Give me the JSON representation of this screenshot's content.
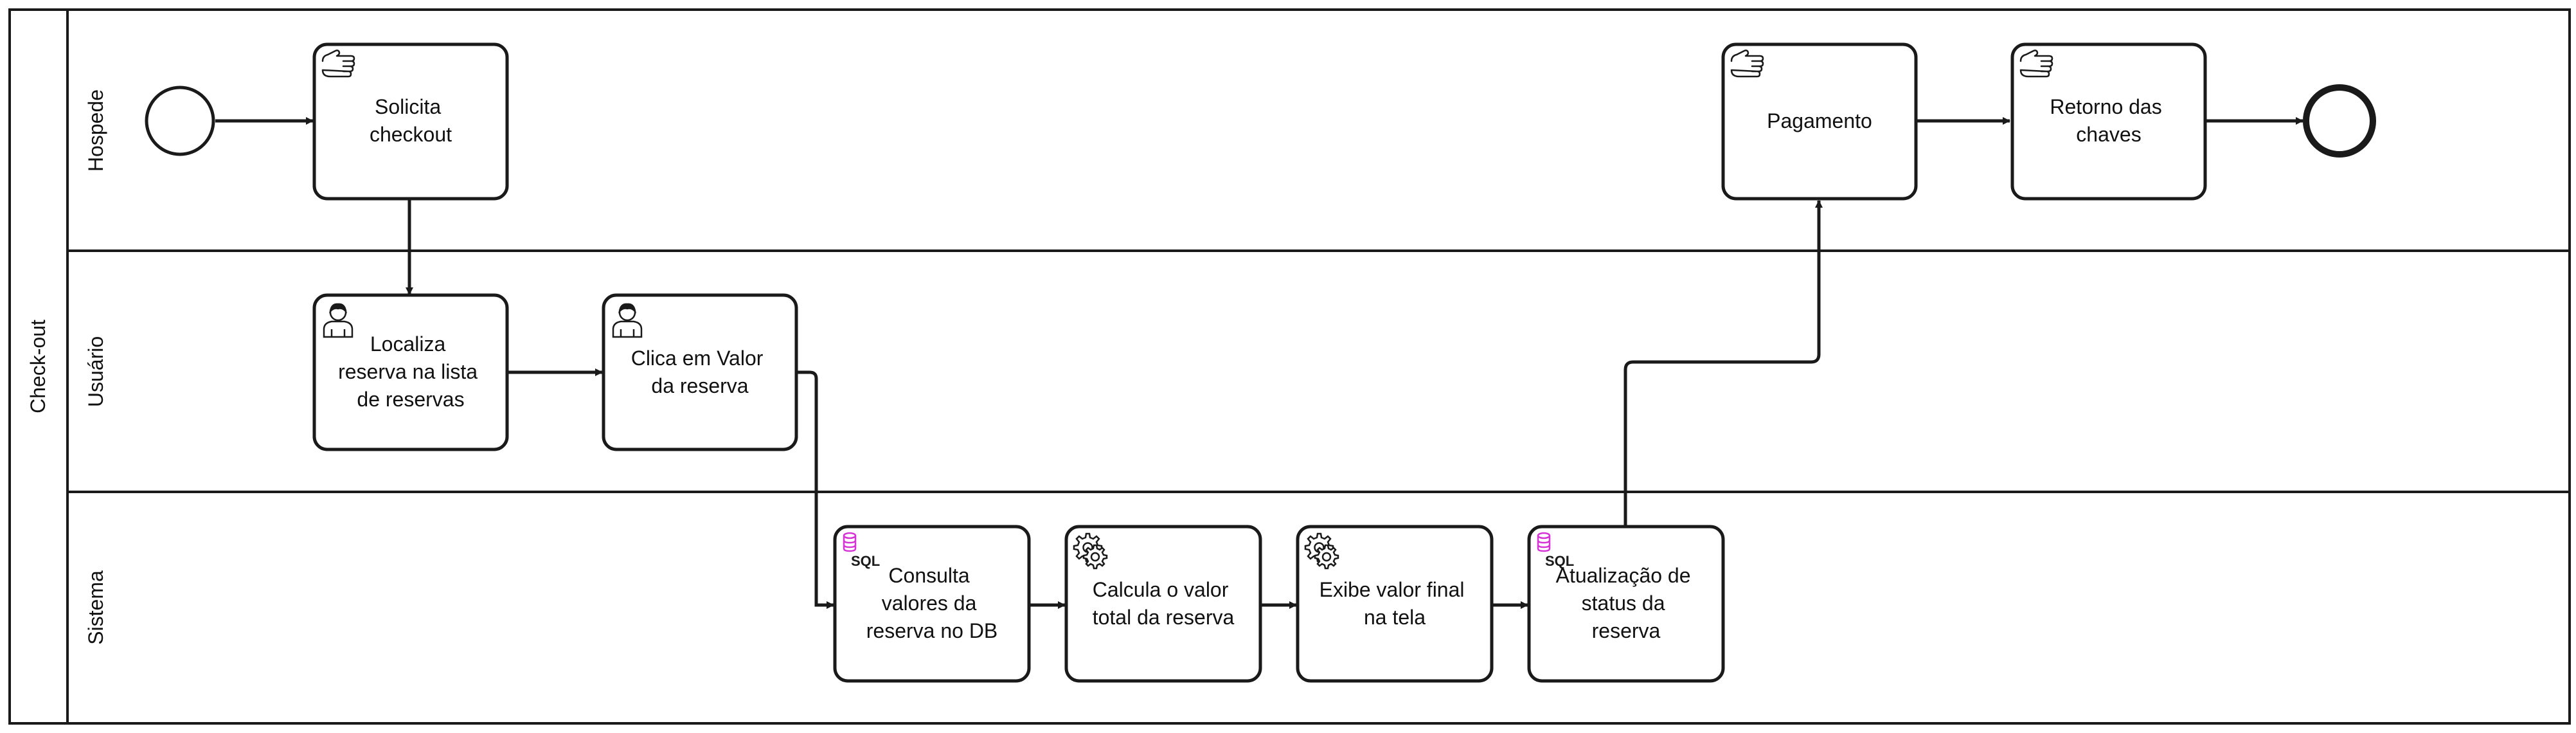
{
  "pool": {
    "label": "Check-out"
  },
  "lanes": [
    {
      "id": "hospede",
      "label": "Hospede"
    },
    {
      "id": "usuario",
      "label": "Usuário"
    },
    {
      "id": "sistema",
      "label": "Sistema"
    }
  ],
  "tasks": [
    {
      "id": "t1",
      "type": "manual",
      "lines": [
        "Solicita",
        "checkout"
      ]
    },
    {
      "id": "t2",
      "type": "user",
      "lines": [
        "Localiza",
        "reserva na lista",
        "de reservas"
      ]
    },
    {
      "id": "t3",
      "type": "user",
      "lines": [
        "Clica em Valor",
        "da reserva"
      ]
    },
    {
      "id": "t4",
      "type": "sql",
      "lines": [
        "Consulta",
        "valores da",
        "reserva no DB"
      ]
    },
    {
      "id": "t5",
      "type": "service",
      "lines": [
        "Calcula o valor",
        "total da reserva"
      ]
    },
    {
      "id": "t6",
      "type": "service",
      "lines": [
        "Exibe valor final",
        "na tela"
      ]
    },
    {
      "id": "t7",
      "type": "sql",
      "lines": [
        "Atualização de",
        "status da",
        "reserva"
      ]
    },
    {
      "id": "t8",
      "type": "manual",
      "lines": [
        "Pagamento"
      ]
    },
    {
      "id": "t9",
      "type": "manual",
      "lines": [
        "Retorno das",
        "chaves"
      ]
    }
  ],
  "events": [
    {
      "id": "start",
      "type": "start"
    },
    {
      "id": "end",
      "type": "end"
    }
  ],
  "flows": [
    [
      "start",
      "t1"
    ],
    [
      "t1",
      "t2"
    ],
    [
      "t2",
      "t3"
    ],
    [
      "t3",
      "t4"
    ],
    [
      "t4",
      "t5"
    ],
    [
      "t5",
      "t6"
    ],
    [
      "t6",
      "t7"
    ],
    [
      "t7",
      "t8"
    ],
    [
      "t8",
      "t9"
    ],
    [
      "t9",
      "end"
    ]
  ],
  "colors": {
    "stroke": "#1a1a1a",
    "sql_icon": "#d633d6",
    "background": "#ffffff"
  }
}
